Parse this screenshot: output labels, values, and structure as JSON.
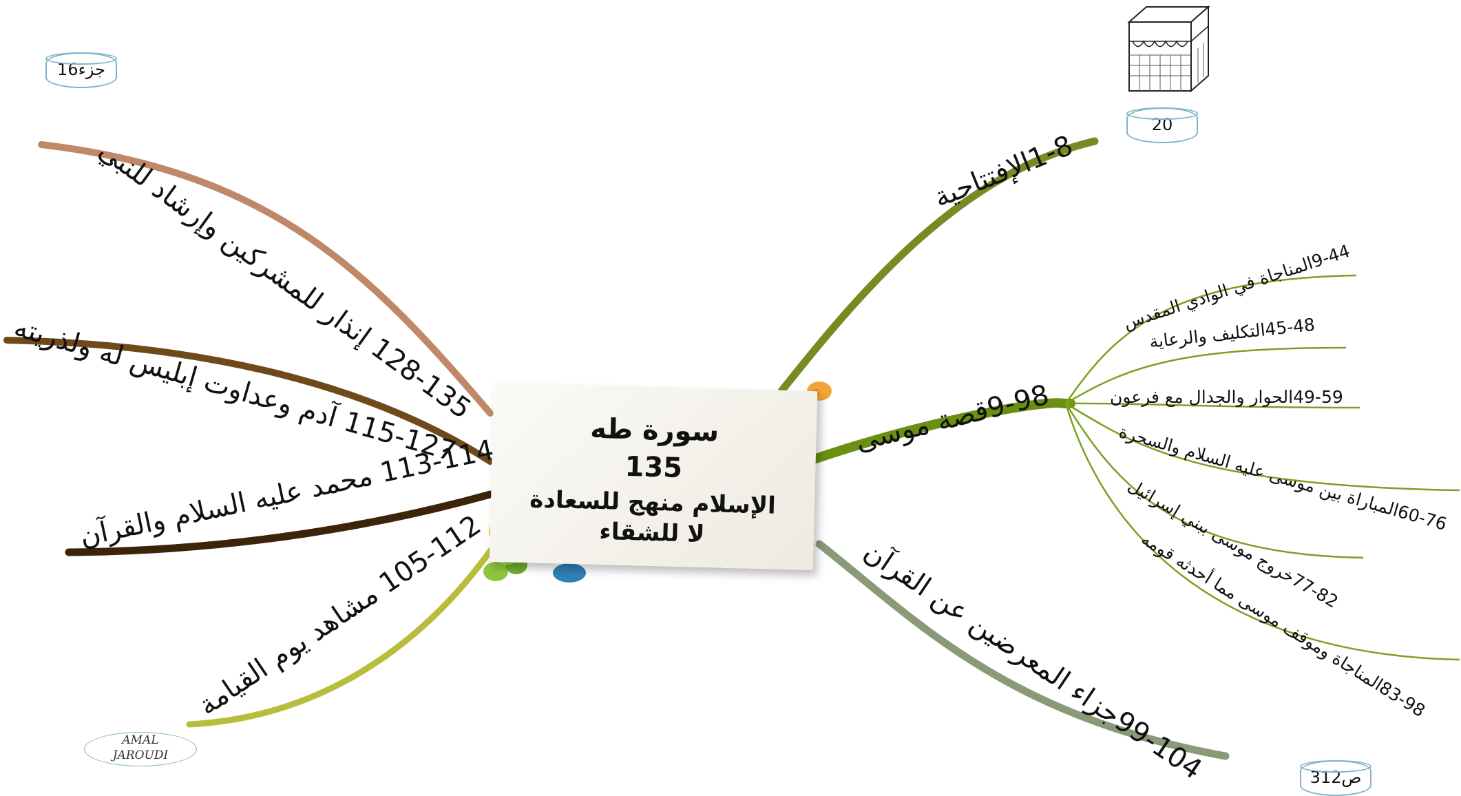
{
  "center": {
    "title": "سورة طه",
    "verse_count": "135",
    "subtitle_1": "الإسلام منهج للسعادة",
    "subtitle_2": "لا للشقاء"
  },
  "corners": {
    "juz": "جزء16",
    "hizb": "20",
    "page": "ص312"
  },
  "author": {
    "line1": "AMAL",
    "line2": "JAROUDI"
  },
  "branches": {
    "right_1": "1-8الإفتتاحية",
    "right_2": "9-98قصة موسى",
    "right_3": "99-104جزاء المعرضين عن القرآن",
    "left_1": "128-135 إنذار للمشركين وإرشاد للنبي",
    "left_2": "115-127 آدم وعداوت إبليس له ولذريته",
    "left_3": "113-114 محمد عليه السلام والقرآن",
    "left_4": "105-112 مشاهد يوم القيامة"
  },
  "subbranches": [
    "9-44المناجاة في الوادي المقدس",
    "45-48التكليف والرعاية",
    "49-59الحوار والجدال مع فرعون",
    "60-76المباراة بين موسى عليه السلام والسحرة",
    "77-82خروج موسى ببني إسرائيل",
    "83-98المناجاة وموقف موسى مما أحدثه قومه"
  ],
  "colors": {
    "branch_opening": "#7a8a22",
    "branch_musa": "#6a9012",
    "branch_turn_away": "#8a9a78",
    "branch_warning": "#c08868",
    "branch_adam": "#6e4a1a",
    "branch_muhammad": "#3b2408",
    "branch_resurrection": "#b9bd3c",
    "subbranch": "#7aa020",
    "verse_count": "#d0121b",
    "cylinder_border": "#7fb3c9"
  },
  "icons": [
    "kaaba-icon",
    "pushpin-orange-icon",
    "pushpin-yellow-icon",
    "pushpin-green-icon",
    "pushpin-blue-icon"
  ]
}
